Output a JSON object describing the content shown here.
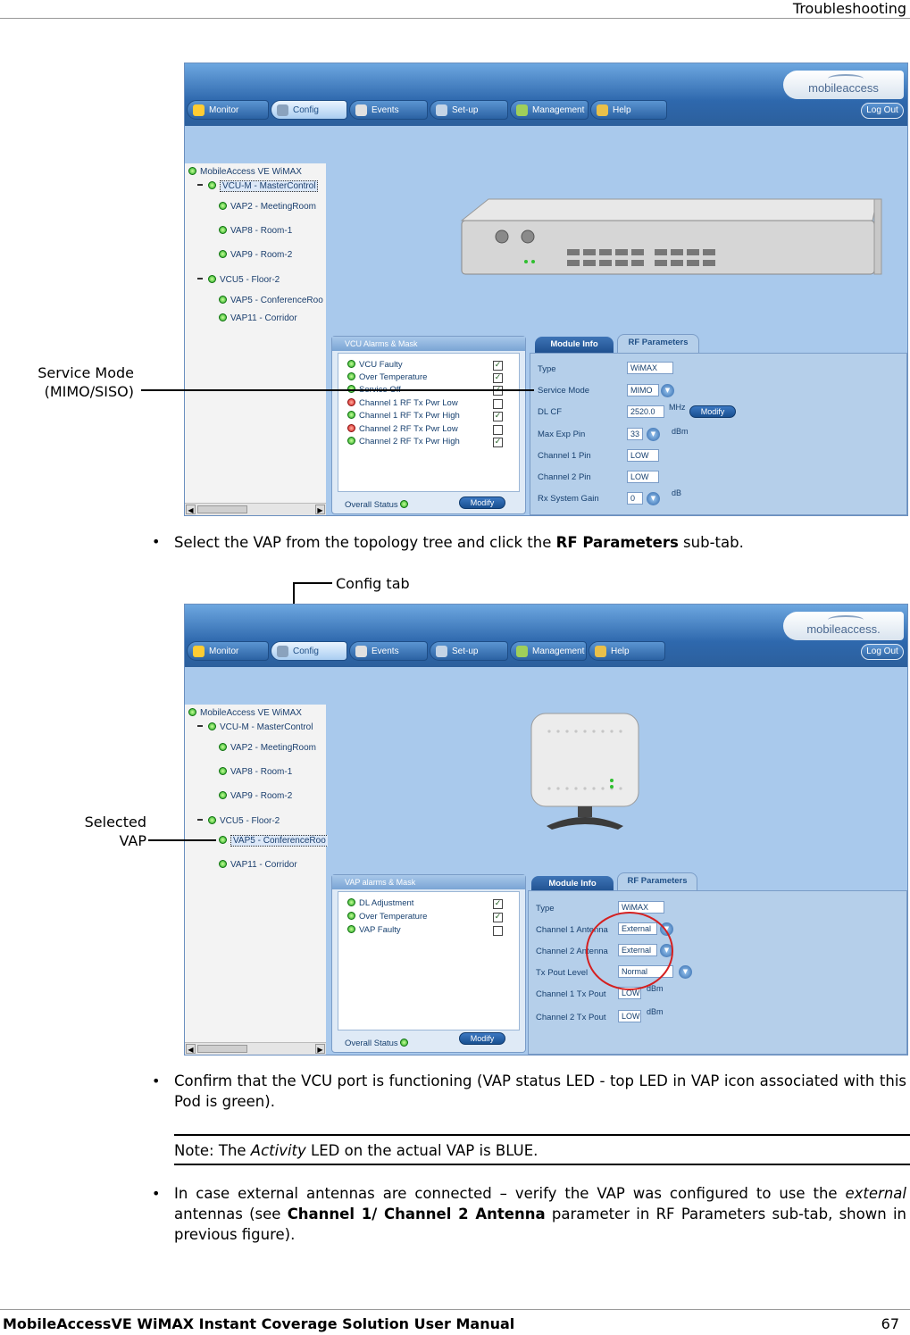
{
  "header": {
    "section": "Troubleshooting"
  },
  "screenshot1": {
    "brand": "mobileaccess",
    "tabs": [
      "Monitor",
      "Config",
      "Events",
      "Set-up",
      "Management",
      "Help"
    ],
    "logout": "Log Out",
    "tree": [
      "MobileAccess VE WiMAX",
      "VCU-M - MasterControl",
      "VAP2 - MeetingRoom",
      "VAP8 - Room-1",
      "VAP9 - Room-2",
      "VCU5 - Floor-2",
      "VAP5 - ConferenceRoo",
      "VAP11 - Corridor"
    ],
    "alarms_title": "VCU Alarms & Mask",
    "alarms": [
      {
        "label": "VCU Faulty",
        "checked": true
      },
      {
        "label": "Over Temperature",
        "checked": true
      },
      {
        "label": "Service Off",
        "checked": true
      },
      {
        "label": "Channel 1 RF Tx Pwr Low",
        "checked": false
      },
      {
        "label": "Channel 1 RF Tx Pwr High",
        "checked": true
      },
      {
        "label": "Channel 2 RF Tx Pwr Low",
        "checked": false
      },
      {
        "label": "Channel 2 RF Tx Pwr High",
        "checked": true
      }
    ],
    "overall_status": "Overall Status",
    "modify": "Modify",
    "subtab_module": "Module Info",
    "subtab_rf": "RF Parameters",
    "params": [
      {
        "label": "Type",
        "value": "WiMAX"
      },
      {
        "label": "Service Mode",
        "value": "MIMO"
      },
      {
        "label": "DL CF",
        "value": "2520.0",
        "unit": "MHz"
      },
      {
        "label": "Max Exp Pin",
        "value": "33",
        "unit": "dBm"
      },
      {
        "label": "Channel 1 Pin",
        "value": "LOW"
      },
      {
        "label": "Channel 2 Pin",
        "value": "LOW"
      },
      {
        "label": "Rx System Gain",
        "value": "0",
        "unit": "dB"
      }
    ],
    "callout_line1": "Service Mode",
    "callout_line2": "(MIMO/SISO)"
  },
  "bullet1": {
    "before": "Select the VAP from the topology tree and click the ",
    "bold": "RF Parameters",
    "after": " sub-tab."
  },
  "screenshot2": {
    "brand": "mobileaccess.",
    "tabs": [
      "Monitor",
      "Config",
      "Events",
      "Set-up",
      "Management",
      "Help"
    ],
    "logout": "Log Out",
    "tree": [
      "MobileAccess VE WiMAX",
      "VCU-M - MasterControl",
      "VAP2 - MeetingRoom",
      "VAP8 - Room-1",
      "VAP9 - Room-2",
      "VCU5 - Floor-2",
      "VAP5 - ConferenceRoo",
      "VAP11 - Corridor"
    ],
    "alarms_title": "VAP alarms & Mask",
    "alarms": [
      {
        "label": "DL Adjustment",
        "checked": true
      },
      {
        "label": "Over Temperature",
        "checked": true
      },
      {
        "label": "VAP Faulty",
        "checked": false
      }
    ],
    "overall_status": "Overall Status",
    "modify": "Modify",
    "subtab_module": "Module Info",
    "subtab_rf": "RF Parameters",
    "params": [
      {
        "label": "Type",
        "value": "WiMAX"
      },
      {
        "label": "Channel 1 Antenna",
        "value": "External"
      },
      {
        "label": "Channel 2 Antenna",
        "value": "External"
      },
      {
        "label": "Tx Pout Level",
        "value": "Normal"
      },
      {
        "label": "Channel 1 Tx Pout",
        "value": "LOW",
        "unit": "dBm"
      },
      {
        "label": "Channel 2 Tx Pout",
        "value": "LOW",
        "unit": "dBm"
      }
    ],
    "callout_config": "Config tab",
    "callout_selected_line1": "Selected",
    "callout_selected_line2": "VAP"
  },
  "bullet2": "Confirm that the VCU port is functioning (VAP status LED - top LED in VAP icon associated with this Pod is green).",
  "note": {
    "before": "Note: The ",
    "italic": "Activity",
    "after": " LED on the actual VAP is BLUE."
  },
  "bullet3": {
    "before": "In case external antennas are connected – verify the VAP was configured to use the ",
    "italic": "external",
    "middle": " antennas (see ",
    "bold": "Channel 1/ Channel 2 Antenna",
    "after": " parameter in RF Parameters sub-tab, shown in previous figure)."
  },
  "footer": {
    "title": "MobileAccessVE WiMAX Instant Coverage Solution User Manual",
    "page": "67"
  }
}
